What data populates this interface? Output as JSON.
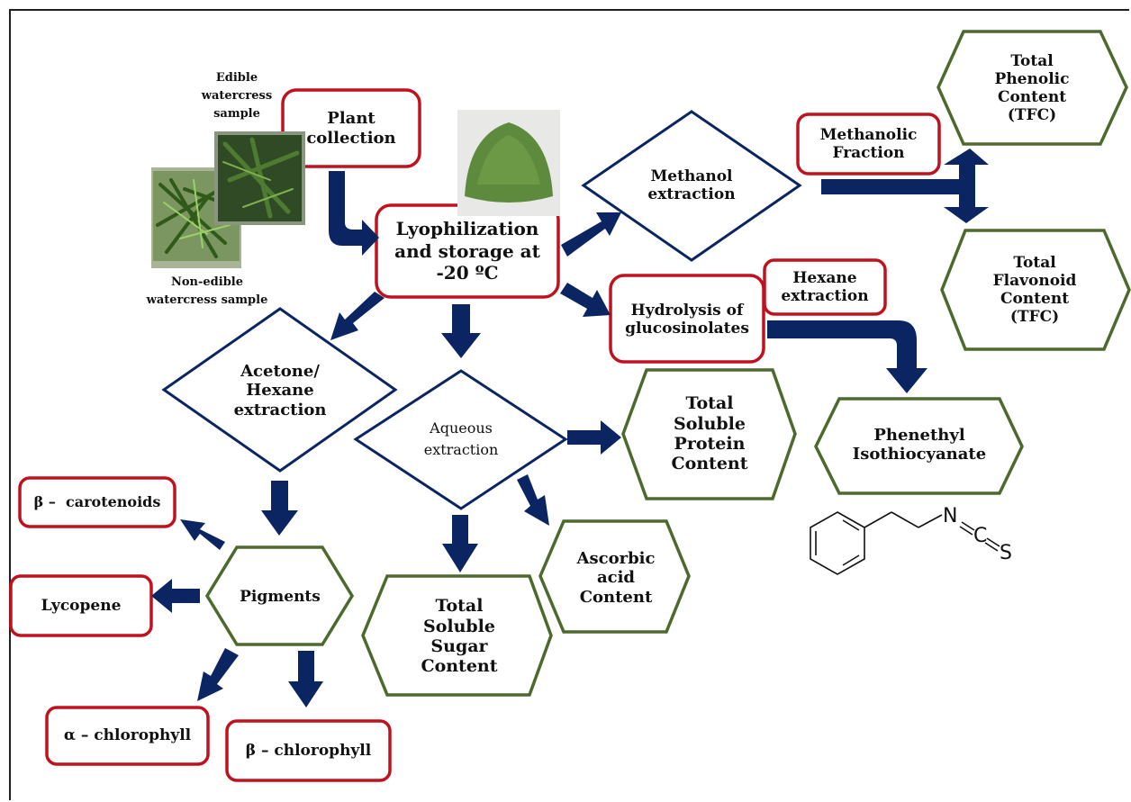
{
  "colors": {
    "red_border": "#c0121e",
    "green_border": "#4d6a2e",
    "navy": "#0b2563",
    "arrow": "#0b2563"
  },
  "images": {
    "edible_caption": "Edible\nwatercress\nsample",
    "nonedible_caption": "Non-edible\nwatercress sample"
  },
  "nodes": {
    "plant_collection": "Plant\ncollection",
    "lyophilization": "Lyophilization\nand storage at\n-20 ºC",
    "methanol_extraction": "Methanol\nextraction",
    "methanolic_fraction": "Methanolic\nFraction",
    "total_phenolic": "Total\nPhenolic\nContent\n(TFC)",
    "total_flavonoid": "Total\nFlavonoid\nContent\n(TFC)",
    "hydrolysis": "Hydrolysis of\nglucosinolates",
    "hexane_extraction": "Hexane\nextraction",
    "phenethyl": "Phenethyl\nIsothiocyanate",
    "acetone_hexane": "Acetone/\nHexane\nextraction",
    "aqueous": "Aqueous\nextraction",
    "total_protein": "Total\nSoluble\nProtein\nContent",
    "total_sugar": "Total\nSoluble\nSugar\nContent",
    "ascorbic": "Ascorbic\nacid\nContent",
    "pigments": "Pigments",
    "beta_carotenoids": "β –  carotenoids",
    "lycopene": "Lycopene",
    "alpha_chlorophyll": "α – chlorophyll",
    "beta_chlorophyll": "β – chlorophyll"
  },
  "chemical": {
    "n": "N",
    "c": "C",
    "s": "S"
  }
}
